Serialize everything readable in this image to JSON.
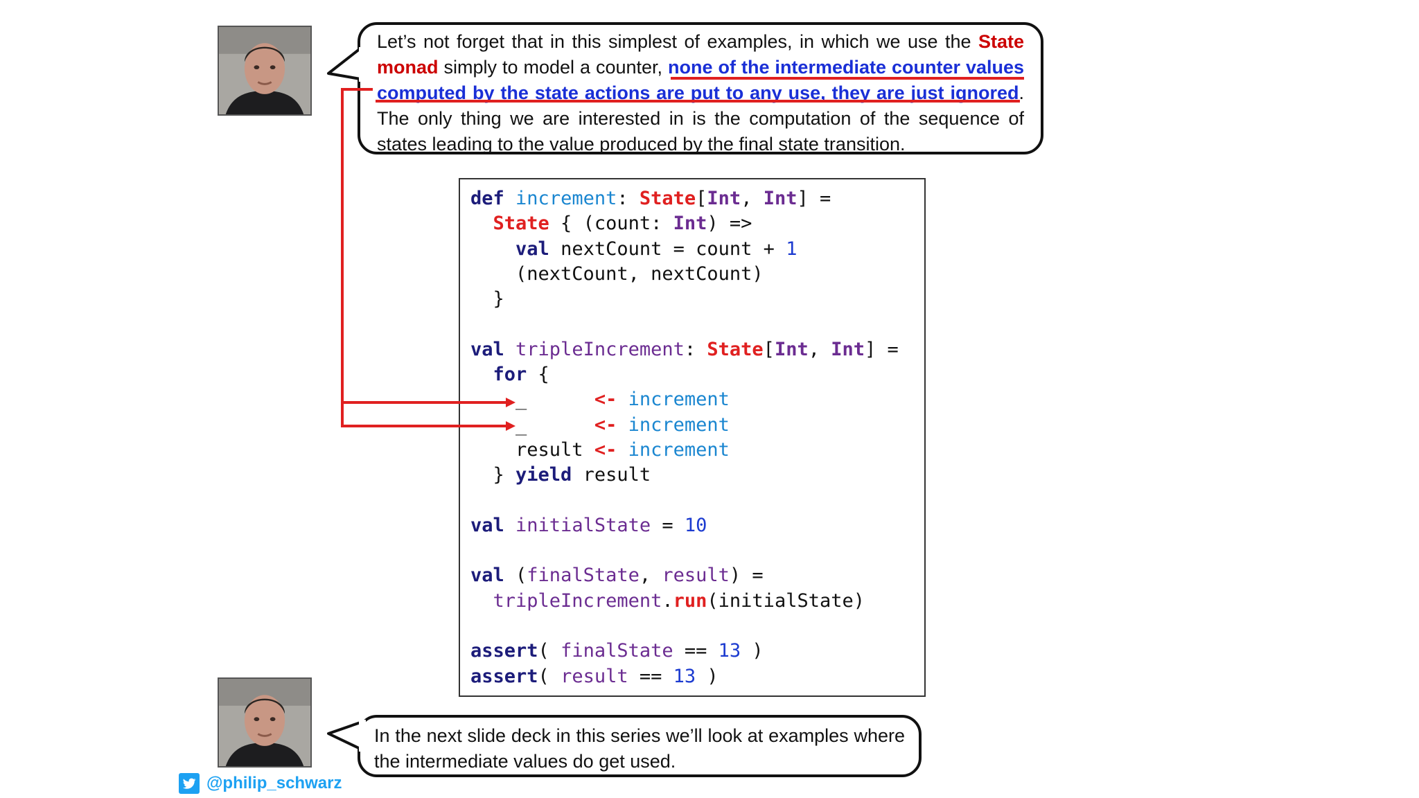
{
  "top_bubble": {
    "seg1": "Let’s not forget that in this simplest of examples, in which we use the ",
    "seg2": "State monad",
    "seg3": " simply to model a counter, ",
    "seg4": "none of the intermediate counter values computed by the state actions are put to any use, they are just ignored",
    "seg5": ". The only thing we are interested in is the computation of the sequence of states leading to the value produced by the final state transition."
  },
  "bottom_bubble": {
    "text": "In the next slide deck in this series we’ll look at examples where the intermediate values do get used."
  },
  "code": {
    "l1": {
      "k": "def",
      "f": "increment",
      "c": ": ",
      "s": "State",
      "b1": "[",
      "t1": "Int",
      "cm": ", ",
      "t2": "Int",
      "e": "] ="
    },
    "l2": {
      "ind": "  ",
      "s": "State",
      "m1": " { (count: ",
      "t": "Int",
      "m2": ") =>"
    },
    "l3": {
      "ind": "    ",
      "k": "val",
      "m": " nextCount = count + ",
      "n": "1"
    },
    "l4": "    (nextCount, nextCount)",
    "l5": "  }",
    "l7": {
      "k": "val",
      "v": " tripleIncrement",
      "c": ": ",
      "s": "State",
      "b1": "[",
      "t1": "Int",
      "cm": ", ",
      "t2": "Int",
      "e": "] ="
    },
    "l8": {
      "ind": "  ",
      "k": "for",
      "e": " {"
    },
    "l9": {
      "lhs": "    _      ",
      "arrow": "<-",
      "f": " increment"
    },
    "l10": {
      "lhs": "    _      ",
      "arrow": "<-",
      "f": " increment"
    },
    "l11": {
      "lhs": "    result ",
      "arrow": "<-",
      "f": " increment"
    },
    "l12": {
      "b": "  } ",
      "k": "yield",
      "e": " result"
    },
    "l14": {
      "k": "val",
      "v": " initialState",
      "m": " = ",
      "n": "10"
    },
    "l16": {
      "k": "val",
      "m1": " (",
      "v1": "finalState",
      "m2": ", ",
      "v2": "result",
      "m3": ") ="
    },
    "l17": {
      "ind": "  ",
      "v": "tripleIncrement",
      "d": ".",
      "r": "run",
      "e": "(initialState)"
    },
    "l19": {
      "k": "assert",
      "m1": "( ",
      "v": "finalState",
      "m2": " == ",
      "n": "13",
      "e": " )"
    },
    "l20": {
      "k": "assert",
      "m1": "( ",
      "v": "result",
      "m2": " == ",
      "n": "13",
      "e": " )"
    }
  },
  "footer": {
    "handle": "@philip_schwarz",
    "icon": "twitter-bird-icon"
  },
  "colors": {
    "keyword": "#1c1c7a",
    "state": "#e02020",
    "type": "#6b2c91",
    "function": "#1a86d0",
    "number": "#1c3bd0",
    "emphasis_blue": "#1a2fd6",
    "emphasis_red": "#cc0000",
    "twitter": "#1da1f2",
    "annotation": "#e02020"
  }
}
